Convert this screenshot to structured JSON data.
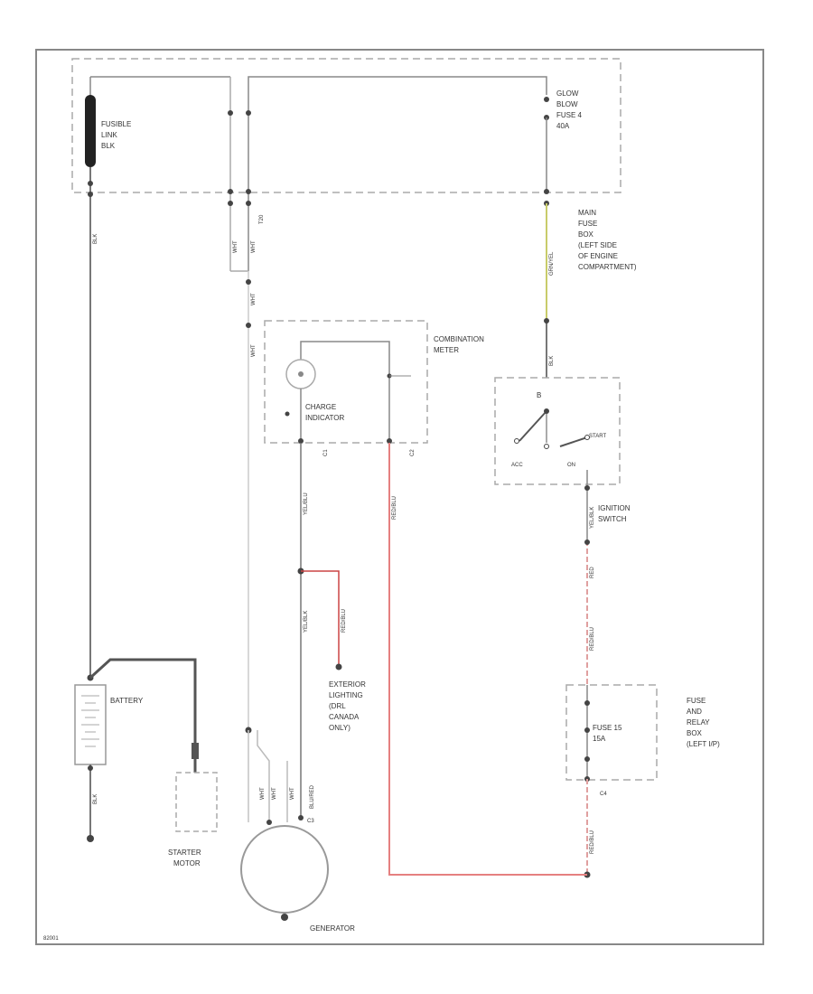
{
  "components": {
    "fusible_link": [
      "FUSIBLE",
      "LINK",
      "BLK"
    ],
    "glow_fuse": [
      "GLOW",
      "BLOW",
      "FUSE 4",
      "40A"
    ],
    "main_fuse_box": [
      "MAIN",
      "FUSE",
      "BOX",
      "(LEFT SIDE",
      "OF ENGINE",
      "COMPARTMENT)"
    ],
    "combination_meter": [
      "COMBINATION",
      "METER"
    ],
    "charge_indicator": [
      "CHARGE",
      "INDICATOR"
    ],
    "ignition_switch": {
      "label": [
        "IGNITION",
        "SWITCH"
      ],
      "acc": "ACC",
      "on": "ON",
      "start": "START",
      "b": "B"
    },
    "battery": "BATTERY",
    "starter_motor": [
      "STARTER",
      "MOTOR"
    ],
    "exterior_lighting": [
      "EXTERIOR",
      "LIGHTING",
      "(DRL",
      "CANADA",
      "ONLY)"
    ],
    "fuse_relay_box": [
      "FUSE",
      "AND",
      "RELAY",
      "BOX",
      "(LEFT I/P)"
    ],
    "fuse_15": [
      "FUSE 15",
      "15A"
    ],
    "generator": "GENERATOR"
  },
  "wire_labels": {
    "blk_top": "BLK",
    "wht_left": "WHT",
    "wht_right": "WHT",
    "wht_mid": "WHT",
    "wht_low": "WHT",
    "grn_yel": "GRN/YEL",
    "blk_sw": "BLK",
    "yel_blu": "YEL/BLU",
    "yel_blk": "YEL/BLK",
    "red_blu": "RED/BLU",
    "yel_blk_2": "YEL/BLK",
    "red_blu_2": "RED/BLU",
    "red": "RED",
    "wht_gen_1": "WHT",
    "wht_gen_2": "WHT",
    "wht_gen_3": "WHT",
    "blu_red": "BLU/RED",
    "blk_bat": "BLK",
    "red_blu_fuse": "RED/BLU",
    "t20": "T20",
    "connector_1": "C1",
    "connector_2": "C2",
    "connector_3": "C3",
    "connector_4": "C4"
  },
  "figure_id": "82001"
}
